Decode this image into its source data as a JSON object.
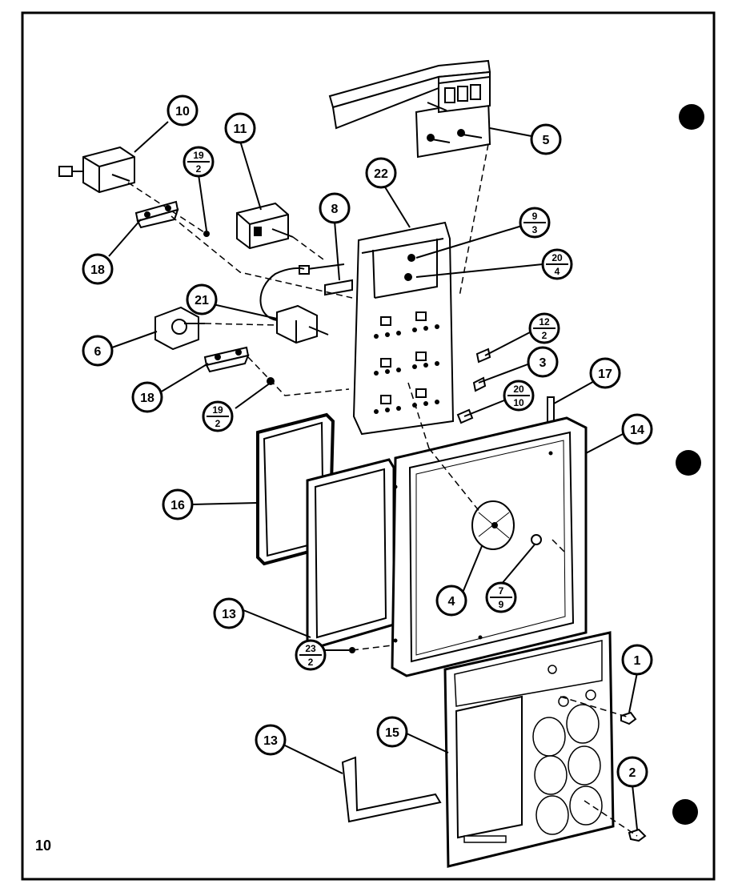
{
  "page_number": "10",
  "callouts": {
    "c1": "1",
    "c2": "2",
    "c3": "3",
    "c4": "4",
    "c5": "5",
    "c6": "6",
    "c8": "8",
    "c10": "10",
    "c11": "11",
    "c13a": "13",
    "c13b": "13",
    "c14": "14",
    "c15": "15",
    "c16": "16",
    "c17": "17",
    "c18a": "18",
    "c18b": "18",
    "c21": "21",
    "c22": "22"
  },
  "fractions": {
    "f19a": {
      "num": "19",
      "den": "2"
    },
    "f9_3": {
      "num": "9",
      "den": "3"
    },
    "f20_4": {
      "num": "20",
      "den": "4"
    },
    "f12_2": {
      "num": "12",
      "den": "2"
    },
    "f20_10": {
      "num": "20",
      "den": "10"
    },
    "f19b": {
      "num": "19",
      "den": "2"
    },
    "f7_9": {
      "num": "7",
      "den": "9"
    },
    "f23_2": {
      "num": "23",
      "den": "2"
    }
  }
}
